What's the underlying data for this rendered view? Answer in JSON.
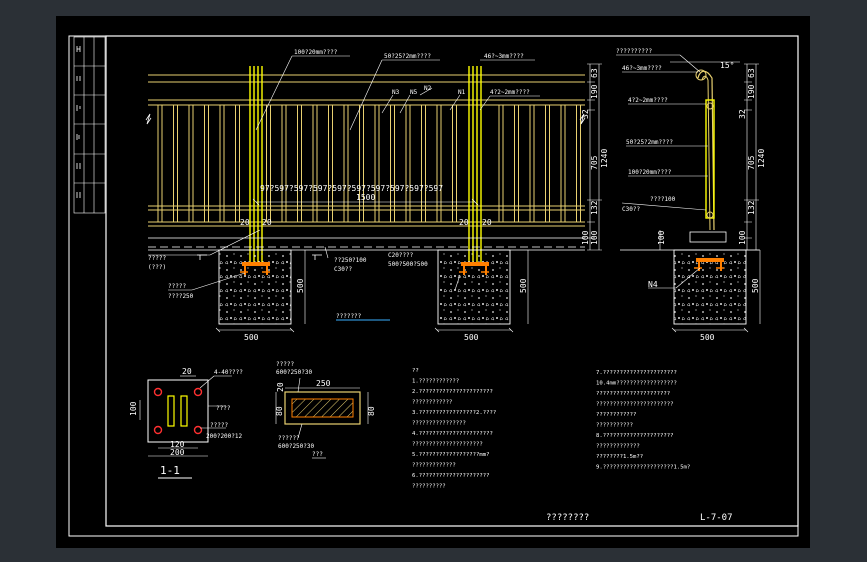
{
  "colors": {
    "background": "#2b3036",
    "sheet": "#000000",
    "frame": "#ffffff",
    "rail": "#e8d070",
    "post": "#ffff00",
    "dim": "#ffffff",
    "leader": "#ffffff",
    "plate": "#ff8000",
    "bolt": "#ff3030",
    "grid": "#7fd6d6",
    "hatch": "#e0e0e0"
  },
  "elevation": {
    "lbl_top_pipe": "100?20mm????",
    "lbl_mid_pipe": "50?25?2mm????",
    "lbl_flat_top": "46?~3mm????",
    "lbl_flat_2": "4?2~2mm????",
    "lbl_n1": "N1",
    "lbl_n2": "N2",
    "lbl_n3": "N3",
    "lbl_n5": "N5",
    "lbl_base_1": "?????",
    "lbl_base_2": "(???)",
    "lbl_anchor_1": "?????",
    "lbl_anchor_2": "????250",
    "lbl_conc_1": "??250?100",
    "lbl_conc_2": "C30??",
    "lbl_plate_1": "C20????",
    "lbl_plate_2": "500?500?500",
    "lbl_under": "???????",
    "spacing_text": "97?597?597?597?597?597?597?597?597?597",
    "dim_1500": "1500",
    "dim_20a": "20",
    "dim_20b": "20",
    "dim_20c": "20",
    "dim_20d": "20",
    "dim_63": "63",
    "dim_190": "190",
    "dim_32": "32",
    "dim_705": "705",
    "dim_1240": "1240",
    "dim_132": "132",
    "dim_100a": "100",
    "dim_100b": "100",
    "dim_500_h1": "500",
    "dim_500_h2": "500",
    "dim_500_w1": "500",
    "dim_500_w2": "500"
  },
  "side": {
    "lbl_top": "??????????",
    "lbl_flat": "46?~3mm????",
    "lbl_flat2": "4?2~2mm????",
    "lbl_pipe": "50?25?2mm????",
    "lbl_pipe2": "100?20mm????",
    "lbl_conc": "????100",
    "lbl_conc2": "C30??",
    "lbl_n4": "N4",
    "dim_15": "15°",
    "dim_63": "63",
    "dim_190": "190",
    "dim_32": "32",
    "dim_705": "705",
    "dim_1240": "1240",
    "dim_132": "132",
    "dim_100a": "100",
    "dim_100b": "100",
    "dim_500h": "500",
    "dim_500w": "500"
  },
  "section11": {
    "title": "1-1",
    "note1": "4-40????",
    "note2": "????",
    "note3": "?????",
    "note4": "200?200?12",
    "dim_20": "20",
    "dim_100": "100",
    "dim_120": "120",
    "dim_200": "200"
  },
  "section_b": {
    "note1": "?????",
    "note2": "600?250?30",
    "note3": "??????",
    "note4": "600?250?30",
    "dim_250": "250",
    "dim_20": "20",
    "dim_80a": "80",
    "dim_80b": "80",
    "title": "???"
  },
  "notes_left": [
    "??",
    "1.????????????",
    "2.??????????????????????",
    "  ????????????",
    "3.?????????????????2.????",
    "  ????????????????",
    "4.??????????????????????",
    "  ?????????????????????",
    "5.??????????????????mm?",
    "  ?????????????",
    "6.?????????????????????",
    "  ??????????"
  ],
  "notes_right": [
    "7.??????????????????????",
    "  10.4mm??????????????????",
    "  ??????????????????????",
    "  ???????????????????????",
    "  ????????????",
    "  ???????????",
    "8.?????????????????????",
    "  ?????????????",
    "  ????????1.5m??",
    "9.?????????????????????1.5m?"
  ],
  "title_block": {
    "name": "????????",
    "code": "L-7-07"
  }
}
